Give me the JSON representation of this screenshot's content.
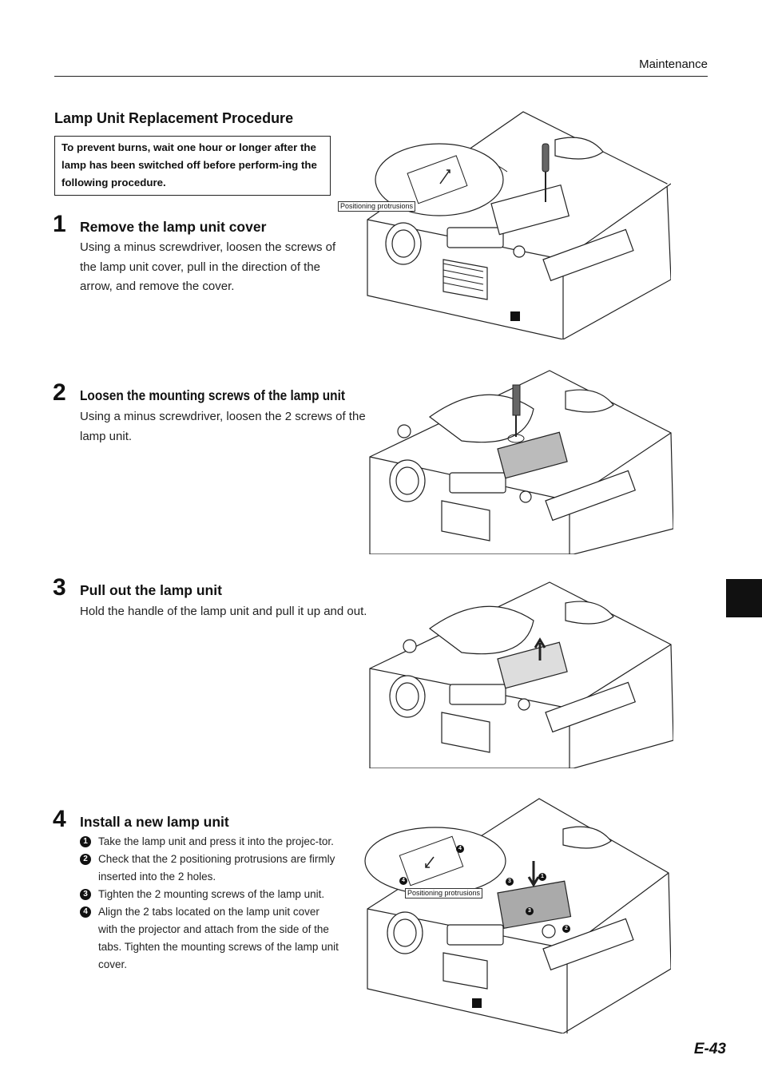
{
  "header": {
    "section_label": "Maintenance"
  },
  "page": {
    "number": "E-43"
  },
  "procedure": {
    "title": "Lamp Unit Replacement Procedure",
    "warning": "To prevent burns, wait one hour or longer after the lamp has been switched off before perform-ing the following procedure."
  },
  "steps": [
    {
      "number": "1",
      "title": "Remove the lamp unit cover",
      "body": "Using a minus screwdriver, loosen the screws of the lamp unit cover, pull in the direction of the arrow, and remove the cover."
    },
    {
      "number": "2",
      "title": "Loosen the mounting screws of the lamp unit",
      "body": "Using a minus screwdriver, loosen the 2 screws of the lamp unit."
    },
    {
      "number": "3",
      "title": "Pull out the lamp unit",
      "body": "Hold the handle of the lamp unit and pull it up and out."
    },
    {
      "number": "4",
      "title": "Install a new lamp unit",
      "items": [
        {
          "marker": "1",
          "text": "Take the lamp unit and press it into the projec-tor."
        },
        {
          "marker": "2",
          "text": "Check that the 2 positioning protrusions are firmly inserted into the 2 holes."
        },
        {
          "marker": "3",
          "text": "Tighten the 2 mounting screws of the lamp unit."
        },
        {
          "marker": "4",
          "text": "Align the 2 tabs located on the lamp unit cover with the projector and attach from the side of the tabs. Tighten the mounting screws of the lamp unit cover."
        }
      ]
    }
  ],
  "figures": {
    "fig1_callout": "Positioning protrusions",
    "fig4_callout": "Positioning protrusions",
    "fig4_markers": [
      "1",
      "2",
      "3",
      "3",
      "4",
      "4"
    ]
  },
  "icons": [
    "projector-illustration",
    "screwdriver-icon",
    "arrow-icon",
    "circled-number-icon"
  ]
}
